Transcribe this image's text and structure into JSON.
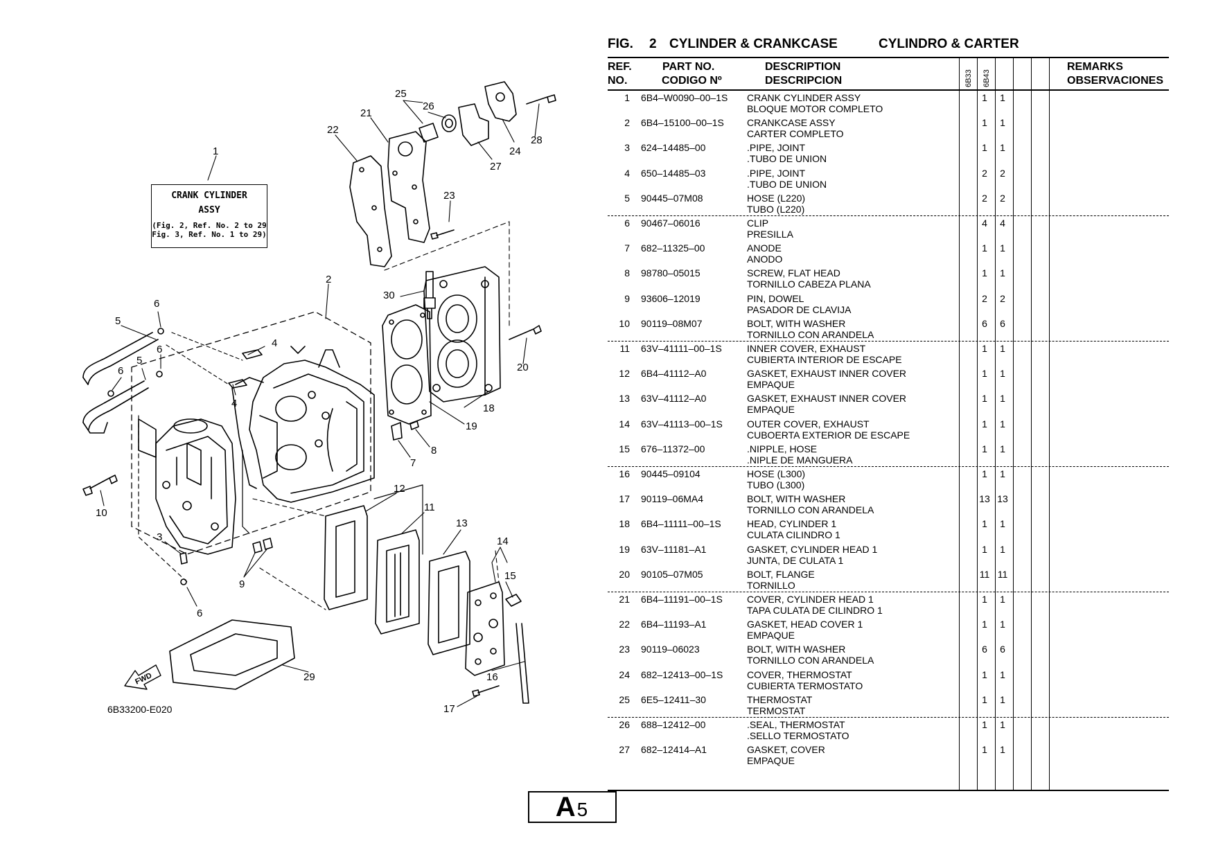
{
  "header": {
    "fig_label": "FIG.",
    "fig_number": "2",
    "title_en": "CYLINDER & CRANKCASE",
    "title_es": "CYLINDRO & CARTER"
  },
  "columns": {
    "ref_1": "REF.",
    "ref_2": "NO.",
    "part_1": "PART NO.",
    "part_2": "CODIGO Nº",
    "desc_1": "DESCRIPTION",
    "desc_2": "DESCRIPCION",
    "model_1": "6B33",
    "model_2": "6B43",
    "remarks_1": "REMARKS",
    "remarks_2": "OBSERVACIONES"
  },
  "parts": [
    {
      "ref": "1",
      "part_no": "6B4–W0090–00–1S",
      "desc_en": "CRANK CYLINDER ASSY",
      "desc_es": "BLOQUE MOTOR COMPLETO",
      "q1": "1",
      "q2": "1"
    },
    {
      "ref": "2",
      "part_no": "6B4–15100–00–1S",
      "desc_en": "CRANKCASE ASSY",
      "desc_es": "CARTER COMPLETO",
      "q1": "1",
      "q2": "1"
    },
    {
      "ref": "3",
      "part_no": "624–14485–00",
      "desc_en": ".PIPE, JOINT",
      "desc_es": ".TUBO  DE UNION",
      "q1": "1",
      "q2": "1"
    },
    {
      "ref": "4",
      "part_no": "650–14485–03",
      "desc_en": ".PIPE, JOINT",
      "desc_es": ".TUBO  DE UNION",
      "q1": "2",
      "q2": "2"
    },
    {
      "ref": "5",
      "part_no": "90445–07M08",
      "desc_en": "HOSE (L220)",
      "desc_es": "TUBO (L220)",
      "q1": "2",
      "q2": "2"
    },
    {
      "ref": "6",
      "part_no": "90467–06016",
      "desc_en": "CLIP",
      "desc_es": "PRESILLA",
      "q1": "4",
      "q2": "4"
    },
    {
      "ref": "7",
      "part_no": "682–11325–00",
      "desc_en": "ANODE",
      "desc_es": "ANODO",
      "q1": "1",
      "q2": "1"
    },
    {
      "ref": "8",
      "part_no": "98780–05015",
      "desc_en": "SCREW, FLAT HEAD",
      "desc_es": "TORNILLO  CABEZA PLANA",
      "q1": "1",
      "q2": "1"
    },
    {
      "ref": "9",
      "part_no": "93606–12019",
      "desc_en": "PIN, DOWEL",
      "desc_es": "PASADOR DE CLAVIJA",
      "q1": "2",
      "q2": "2"
    },
    {
      "ref": "10",
      "part_no": "90119–08M07",
      "desc_en": "BOLT, WITH WASHER",
      "desc_es": "TORNILLO CON ARANDELA",
      "q1": "6",
      "q2": "6"
    },
    {
      "ref": "11",
      "part_no": "63V–41111–00–1S",
      "desc_en": "INNER COVER, EXHAUST",
      "desc_es": "CUBIERTA INTERIOR DE ESCAPE",
      "q1": "1",
      "q2": "1"
    },
    {
      "ref": "12",
      "part_no": "6B4–41112–A0",
      "desc_en": "GASKET, EXHAUST INNER COVER",
      "desc_es": "EMPAQUE",
      "q1": "1",
      "q2": "1"
    },
    {
      "ref": "13",
      "part_no": "63V–41112–A0",
      "desc_en": "GASKET, EXHAUST INNER COVER",
      "desc_es": "EMPAQUE",
      "q1": "1",
      "q2": "1"
    },
    {
      "ref": "14",
      "part_no": "63V–41113–00–1S",
      "desc_en": "OUTER COVER, EXHAUST",
      "desc_es": "CUBOERTA EXTERIOR DE ESCAPE",
      "q1": "1",
      "q2": "1"
    },
    {
      "ref": "15",
      "part_no": "676–11372–00",
      "desc_en": ".NIPPLE, HOSE",
      "desc_es": ".NIPLE DE MANGUERA",
      "q1": "1",
      "q2": "1"
    },
    {
      "ref": "16",
      "part_no": "90445–09104",
      "desc_en": "HOSE (L300)",
      "desc_es": "TUBO (L300)",
      "q1": "1",
      "q2": "1"
    },
    {
      "ref": "17",
      "part_no": "90119–06MA4",
      "desc_en": "BOLT, WITH WASHER",
      "desc_es": "TORNILLO CON ARANDELA",
      "q1": "13",
      "q2": "13"
    },
    {
      "ref": "18",
      "part_no": "6B4–11111–00–1S",
      "desc_en": "HEAD, CYLINDER 1",
      "desc_es": "CULATA CILINDRO 1",
      "q1": "1",
      "q2": "1"
    },
    {
      "ref": "19",
      "part_no": "63V–11181–A1",
      "desc_en": "GASKET, CYLINDER HEAD 1",
      "desc_es": "JUNTA, DE CULATA 1",
      "q1": "1",
      "q2": "1"
    },
    {
      "ref": "20",
      "part_no": "90105–07M05",
      "desc_en": "BOLT, FLANGE",
      "desc_es": "TORNILLO",
      "q1": "11",
      "q2": "11"
    },
    {
      "ref": "21",
      "part_no": "6B4–11191–00–1S",
      "desc_en": "COVER, CYLINDER HEAD 1",
      "desc_es": "TAPA CULATA DE CILINDRO 1",
      "q1": "1",
      "q2": "1"
    },
    {
      "ref": "22",
      "part_no": "6B4–11193–A1",
      "desc_en": "GASKET, HEAD COVER 1",
      "desc_es": "EMPAQUE",
      "q1": "1",
      "q2": "1"
    },
    {
      "ref": "23",
      "part_no": "90119–06023",
      "desc_en": "BOLT, WITH WASHER",
      "desc_es": "TORNILLO CON ARANDELA",
      "q1": "6",
      "q2": "6"
    },
    {
      "ref": "24",
      "part_no": "682–12413–00–1S",
      "desc_en": "COVER, THERMOSTAT",
      "desc_es": "CUBIERTA  TERMOSTATO",
      "q1": "1",
      "q2": "1"
    },
    {
      "ref": "25",
      "part_no": "6E5–12411–30",
      "desc_en": "THERMOSTAT",
      "desc_es": "TERMOSTAT",
      "q1": "1",
      "q2": "1"
    },
    {
      "ref": "26",
      "part_no": "688–12412–00",
      "desc_en": ".SEAL, THERMOSTAT",
      "desc_es": ".SELLO  TERMOSTATO",
      "q1": "1",
      "q2": "1"
    },
    {
      "ref": "27",
      "part_no": "682–12414–A1",
      "desc_en": "GASKET, COVER",
      "desc_es": "EMPAQUE",
      "q1": "1",
      "q2": "1"
    }
  ],
  "diagram": {
    "crank_box_line1": "CRANK CYLINDER",
    "crank_box_line2": "ASSY",
    "crank_box_line3": "(Fig. 2, Ref. No. 2 to 29",
    "crank_box_line4": "Fig. 3, Ref. No. 1 to 29)",
    "fwd_label": "FWD",
    "diagram_code": "6B33200-E020",
    "callouts": [
      "1",
      "2",
      "3",
      "4",
      "4",
      "5",
      "5",
      "6",
      "6",
      "6",
      "6",
      "7",
      "8",
      "9",
      "10",
      "11",
      "12",
      "13",
      "14",
      "15",
      "16",
      "17",
      "18",
      "19",
      "20",
      "21",
      "22",
      "23",
      "24",
      "25",
      "26",
      "27",
      "28",
      "29",
      "30"
    ]
  },
  "footer": {
    "page_letter": "A",
    "page_number": "5"
  }
}
